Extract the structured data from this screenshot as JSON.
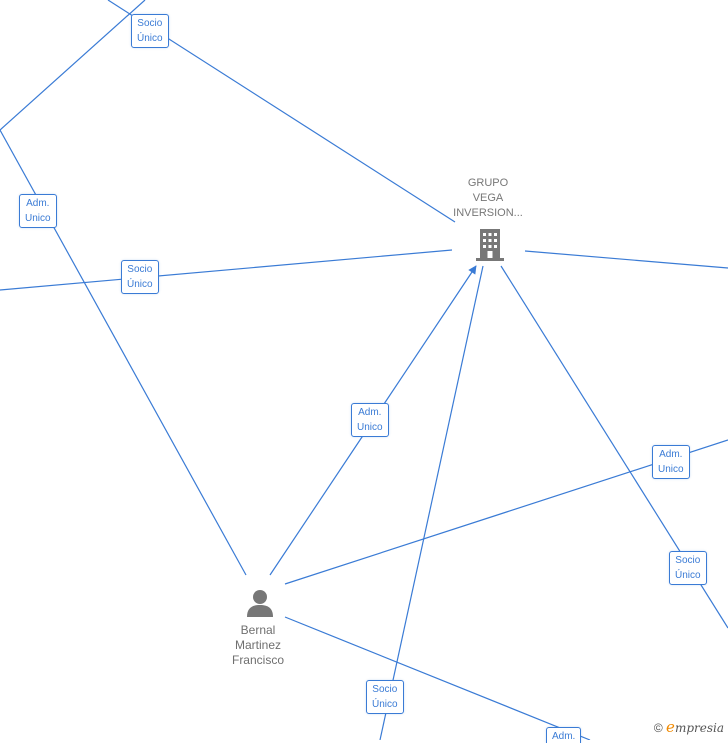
{
  "nodes": {
    "company": {
      "lines": [
        "GRUPO",
        "VEGA",
        "INVERSION..."
      ],
      "icon": "building-icon"
    },
    "person": {
      "lines": [
        "Bernal",
        "Martinez",
        "Francisco"
      ],
      "icon": "person-icon"
    }
  },
  "relations": [
    {
      "id": "r1",
      "lines": [
        "Socio",
        "Único"
      ]
    },
    {
      "id": "r2",
      "lines": [
        "Adm.",
        "Unico"
      ]
    },
    {
      "id": "r3",
      "lines": [
        "Socio",
        "Único"
      ]
    },
    {
      "id": "r4",
      "lines": [
        "Adm.",
        "Unico"
      ]
    },
    {
      "id": "r5",
      "lines": [
        "Adm.",
        "Unico"
      ]
    },
    {
      "id": "r6",
      "lines": [
        "Socio",
        "Único"
      ]
    },
    {
      "id": "r7",
      "lines": [
        "Socio",
        "Único"
      ]
    },
    {
      "id": "r8",
      "lines": [
        "Adm."
      ]
    }
  ],
  "branding": {
    "copyright": "©",
    "logo_first": "e",
    "logo_rest": "mpresia"
  },
  "colors": {
    "edge": "#3a7bd5",
    "icon": "#777777",
    "brand_accent": "#f28a00"
  }
}
